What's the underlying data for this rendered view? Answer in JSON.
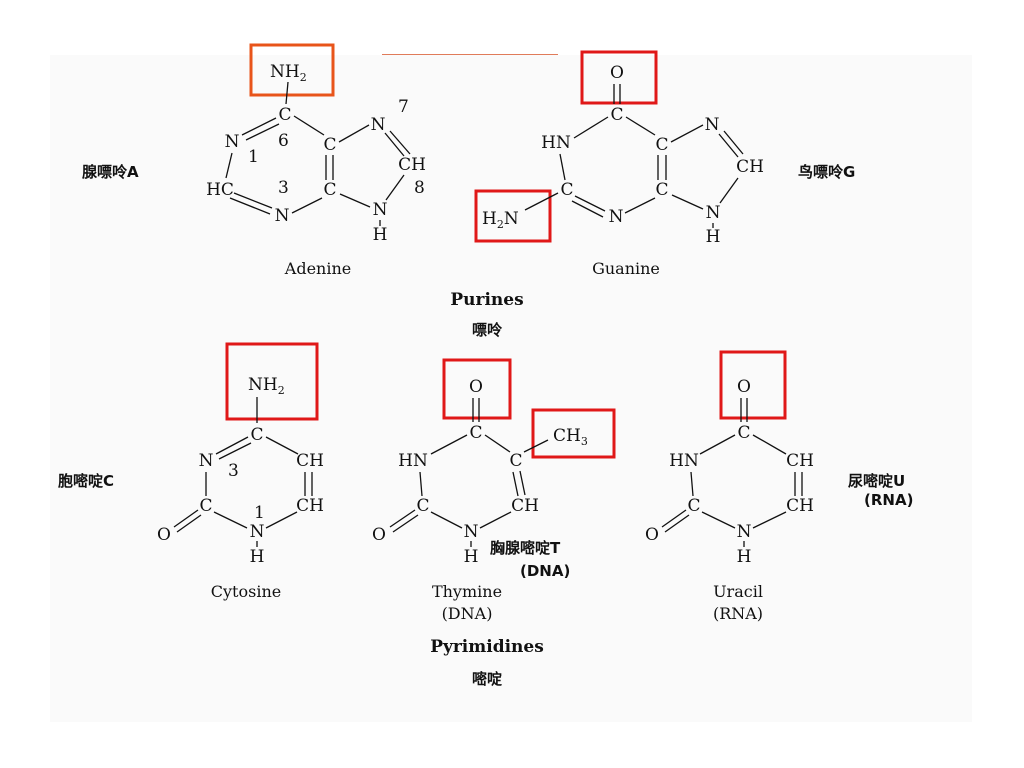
{
  "purines": {
    "title": "Purines",
    "title_cn": "嘌呤",
    "adenine": {
      "name": "Adenine",
      "label_cn": "腺嘌呤A",
      "atoms": {
        "nh2": "NH",
        "nh2_sub": "2",
        "c6": "C",
        "n1": "N",
        "hc2": "HC",
        "n3": "N",
        "c5": "C",
        "c4": "C",
        "n7": "N",
        "ch8": "CH",
        "n9": "N",
        "h9": "H"
      },
      "positions": {
        "p1": "1",
        "p3": "3",
        "p6": "6",
        "p7": "7",
        "p8": "8"
      }
    },
    "guanine": {
      "name": "Guanine",
      "label_cn": "鸟嘌呤G",
      "atoms": {
        "o": "O",
        "c6": "C",
        "hn1": "HN",
        "c2": "C",
        "h2n": "H",
        "h2n_sub": "2",
        "h2n_n": "N",
        "n3": "N",
        "c5": "C",
        "c4": "C",
        "n7": "N",
        "ch8": "CH",
        "n9": "N",
        "h9": "H"
      }
    }
  },
  "pyrimidines": {
    "title": "Pyrimidines",
    "title_cn": "嘧啶",
    "cytosine": {
      "name": "Cytosine",
      "label_cn": "胞嘧啶C",
      "atoms": {
        "nh2": "NH",
        "nh2_sub": "2",
        "c4": "C",
        "n3": "N",
        "ch5": "CH",
        "ch6": "CH",
        "c2": "C",
        "o": "O",
        "n1": "N",
        "h1": "H"
      },
      "positions": {
        "p1": "1",
        "p3": "3"
      }
    },
    "thymine": {
      "name": "Thymine",
      "name_note": "(DNA)",
      "label_cn": "胸腺嘧啶T",
      "label_cn_note": "(DNA)",
      "atoms": {
        "o_top": "O",
        "c4": "C",
        "ch3": "CH",
        "ch3_sub": "3",
        "hn3": "HN",
        "c5": "C",
        "ch6": "CH",
        "c2": "C",
        "o": "O",
        "n1": "N",
        "h1": "H"
      }
    },
    "uracil": {
      "name": "Uracil",
      "name_note": "(RNA)",
      "label_cn": "尿嘧啶U",
      "label_cn_note": "(RNA)",
      "atoms": {
        "o_top": "O",
        "c4": "C",
        "hn3": "HN",
        "ch5": "CH",
        "ch6": "CH",
        "c2": "C",
        "o": "O",
        "n1": "N",
        "h1": "H"
      }
    }
  },
  "colors": {
    "highlight": "#e01818",
    "highlight_orange": "#e8541a"
  }
}
